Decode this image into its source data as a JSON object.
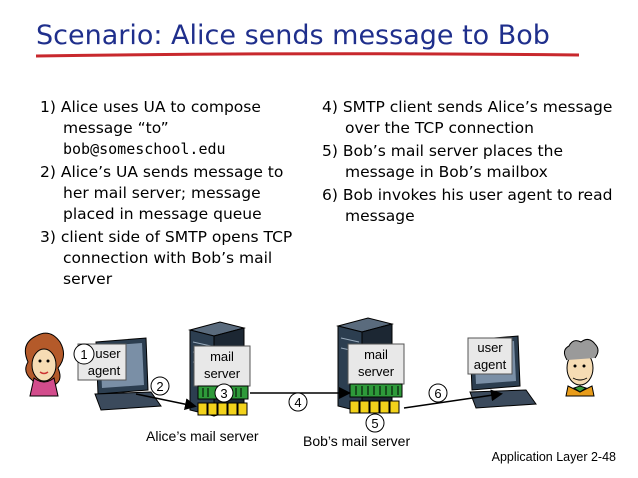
{
  "title": "Scenario: Alice sends message to Bob",
  "steps_left": [
    {
      "line1": "1) Alice uses UA to compose",
      "line2": "message “to”",
      "line3": "bob@someschool.edu"
    },
    {
      "text": "2) Alice’s UA sends message to her mail server; message placed in message queue"
    },
    {
      "text": "3) client side of SMTP opens TCP connection with Bob’s mail server"
    }
  ],
  "steps_right": [
    {
      "text": "4) SMTP client sends Alice’s message over the TCP connection"
    },
    {
      "text": "5) Bob’s mail server places the message in Bob’s mailbox"
    },
    {
      "text": "6) Bob invokes his user agent to read message"
    }
  ],
  "diagram": {
    "alice_ua": {
      "line1": "user",
      "line2": "agent"
    },
    "alice_server": {
      "line1": "mail",
      "line2": "server"
    },
    "bob_server": {
      "line1": "mail",
      "line2": "server"
    },
    "bob_ua": {
      "line1": "user",
      "line2": "agent"
    },
    "markers": [
      "1",
      "2",
      "3",
      "4",
      "5",
      "6"
    ],
    "alice_server_caption": "Alice’s mail server",
    "bob_server_caption": "Bob’s mail server"
  },
  "footer": "Application Layer 2-48",
  "colors": {
    "title": "#1f2f8c",
    "underline": "#c8282d",
    "queue": "#2e9a3a",
    "mailbox": "#f2d21b",
    "label_box": "#e8e8e8"
  }
}
